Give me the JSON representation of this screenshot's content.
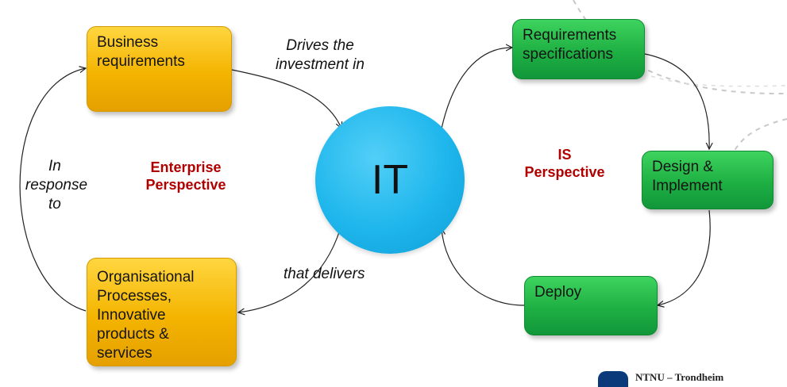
{
  "center": {
    "label": "IT"
  },
  "boxes": {
    "business": [
      "Business",
      "requirements"
    ],
    "organisational": [
      "Organisational",
      "Processes,",
      "Innovative",
      "products &",
      "services"
    ],
    "requirements_spec": [
      "Requirements",
      "specifications"
    ],
    "design": [
      "Design &",
      "Implement"
    ],
    "deploy": [
      "Deploy"
    ]
  },
  "edge_labels": {
    "drives": [
      "Drives the",
      "investment in"
    ],
    "delivers": [
      "that delivers"
    ],
    "response": [
      "In",
      "response",
      "to"
    ]
  },
  "perspectives": {
    "enterprise": [
      "Enterprise",
      "Perspective"
    ],
    "is": [
      "IS",
      "Perspective"
    ]
  },
  "footer": {
    "text": "NTNU – Trondheim"
  },
  "colors": {
    "yellow_box": "#f4b400",
    "green_box": "#1eb043",
    "it_circle": "#1eb6ec",
    "perspective_text": "#b00000",
    "decor_dashes": "#c8c8c8"
  }
}
